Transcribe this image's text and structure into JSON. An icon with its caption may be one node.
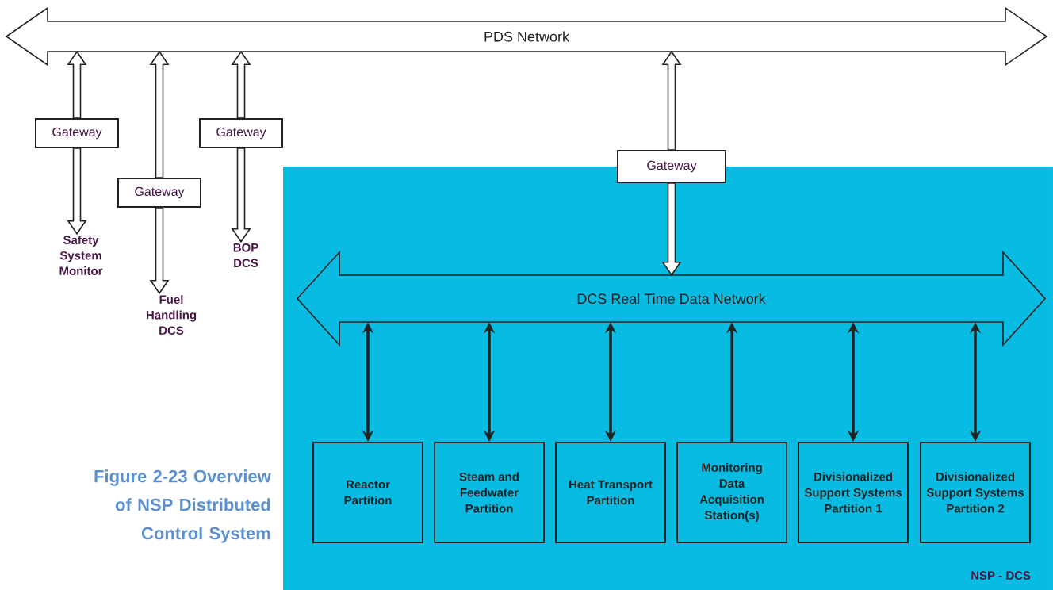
{
  "diagram": {
    "caption": "Figure 2-23 Overview of NSP Distributed Control System",
    "nodes": [
      {
        "text": [
          "PDS Network"
        ]
      },
      {
        "text": [
          "Gateway"
        ]
      },
      {
        "text": [
          "Safety System Monitor"
        ]
      },
      {
        "text": [
          "Gateway"
        ]
      },
      {
        "text": [
          "Fuel Handling DCS"
        ]
      },
      {
        "text": [
          "Gateway"
        ]
      },
      {
        "text": [
          "BOP DCS"
        ]
      },
      {
        "text": [
          "NSP - DCS"
        ]
      },
      {
        "text": [
          "Gateway"
        ]
      },
      {
        "text": [
          "DCS Real Time Data Network"
        ],
        "in": 7
      },
      {
        "text": [
          "Reactor Partition"
        ],
        "in": 7
      },
      {
        "text": [
          "Steam and Feedwater Partition"
        ],
        "in": 7
      },
      {
        "text": [
          "Heat Transport Partition"
        ],
        "in": 7
      },
      {
        "text": [
          "Monitoring Data Acquisition Station(s)"
        ],
        "in": 7
      },
      {
        "text": [
          "Divisionalized Support Systems Partition 1"
        ],
        "in": 7
      },
      {
        "text": [
          "Divisionalized Support Systems Partition 2"
        ],
        "in": 7
      }
    ],
    "edges": [
      {
        "from": 1,
        "to": 0,
        "arrow": "to"
      },
      {
        "from": 1,
        "to": 2,
        "arrow": "to"
      },
      {
        "from": 3,
        "to": 0,
        "arrow": "to"
      },
      {
        "from": 3,
        "to": 4,
        "arrow": "to"
      },
      {
        "from": 5,
        "to": 0,
        "arrow": "to"
      },
      {
        "from": 5,
        "to": 6,
        "arrow": "to"
      },
      {
        "from": 8,
        "to": 0,
        "arrow": "to"
      },
      {
        "from": 8,
        "to": 9,
        "arrow": "to"
      },
      {
        "from": 10,
        "to": 9,
        "arrow": "both"
      },
      {
        "from": 11,
        "to": 9,
        "arrow": "both"
      },
      {
        "from": 12,
        "to": 9,
        "arrow": "both"
      },
      {
        "from": 13,
        "to": 9,
        "arrow": "to"
      },
      {
        "from": 14,
        "to": 9,
        "arrow": "both"
      },
      {
        "from": 15,
        "to": 9,
        "arrow": "both"
      }
    ]
  }
}
